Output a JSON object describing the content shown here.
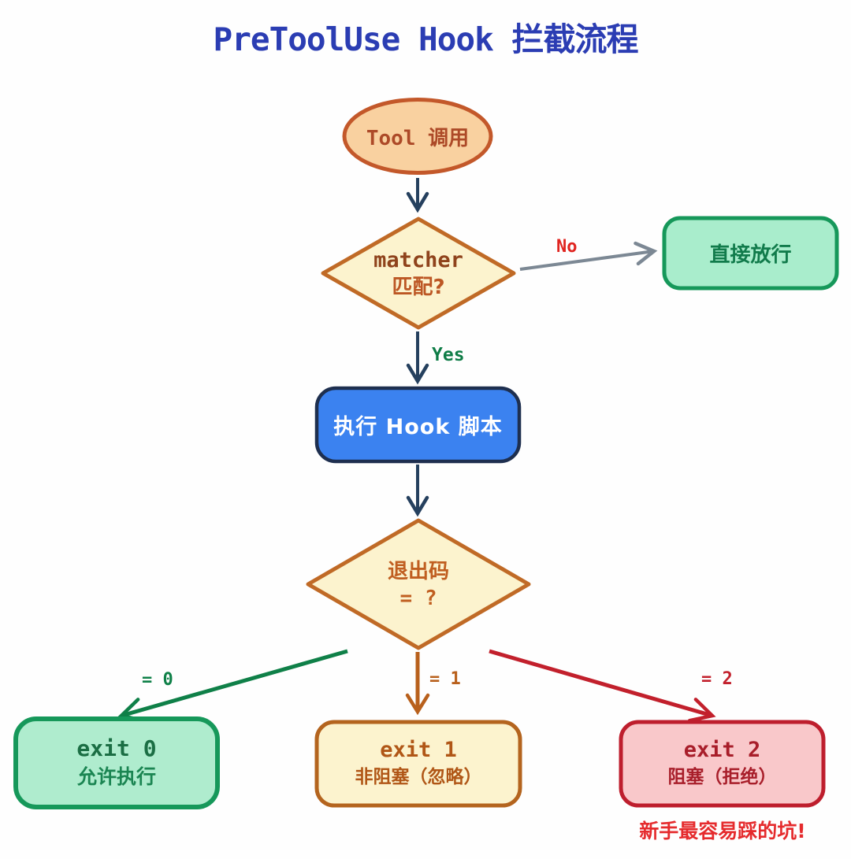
{
  "title": "PreToolUse Hook 拦截流程",
  "diagram_type": "flowchart",
  "nodes": {
    "start": {
      "shape": "ellipse",
      "label": "Tool 调用"
    },
    "decision_matcher": {
      "shape": "diamond",
      "line1": "matcher",
      "line2": "匹配?"
    },
    "pass_through": {
      "shape": "rounded-rect",
      "label": "直接放行"
    },
    "run_hook": {
      "shape": "rounded-rect",
      "label": "执行 Hook 脚本"
    },
    "decision_exit_code": {
      "shape": "diamond",
      "line1": "退出码",
      "line2": "= ?"
    },
    "exit0": {
      "shape": "rounded-rect",
      "line1": "exit 0",
      "line2": "允许执行"
    },
    "exit1": {
      "shape": "rounded-rect",
      "line1": "exit 1",
      "line2": "非阻塞（忽略）"
    },
    "exit2": {
      "shape": "rounded-rect",
      "line1": "exit 2",
      "line2": "阻塞（拒绝）"
    }
  },
  "edges": {
    "start_to_matcher": {
      "from": "start",
      "to": "decision_matcher",
      "label": ""
    },
    "matcher_no": {
      "from": "decision_matcher",
      "to": "pass_through",
      "label": "No"
    },
    "matcher_yes": {
      "from": "decision_matcher",
      "to": "run_hook",
      "label": "Yes"
    },
    "hook_to_exitcode": {
      "from": "run_hook",
      "to": "decision_exit_code",
      "label": ""
    },
    "exit_eq0": {
      "from": "decision_exit_code",
      "to": "exit0",
      "label": "= 0"
    },
    "exit_eq1": {
      "from": "decision_exit_code",
      "to": "exit1",
      "label": "= 1"
    },
    "exit_eq2": {
      "from": "decision_exit_code",
      "to": "exit2",
      "label": "= 2"
    }
  },
  "note": "新手最容易踩的坑!",
  "colors": {
    "title": "#2b3db3",
    "start_fill": "#f9d1a0",
    "start_stroke": "#c3582a",
    "start_text": "#ad4a28",
    "diamond_fill": "#fcf3ce",
    "diamond_stroke": "#c06a26",
    "diamond_text": "#bc5724",
    "green_fill": "#a9edcc",
    "green_stroke": "#16985a",
    "green_text": "#117b4b",
    "blue_fill": "#3b82f0",
    "blue_stroke": "#1e2f4f",
    "blue_text": "#ffffff",
    "yellow_fill": "#fcf3ce",
    "yellow_stroke": "#b4641e",
    "yellow_text": "#b05616",
    "red_fill": "#f9c8ca",
    "red_stroke": "#be1e2d",
    "red_text": "#a81e2a",
    "arrow_navy": "#25405e",
    "arrow_gray": "#7c8894",
    "arrow_green": "#0f8048",
    "arrow_orange": "#b8601c",
    "arrow_red": "#c2202c",
    "label_no": "#e02520",
    "label_yes": "#0e7c46",
    "note_text": "#e52b2d"
  }
}
